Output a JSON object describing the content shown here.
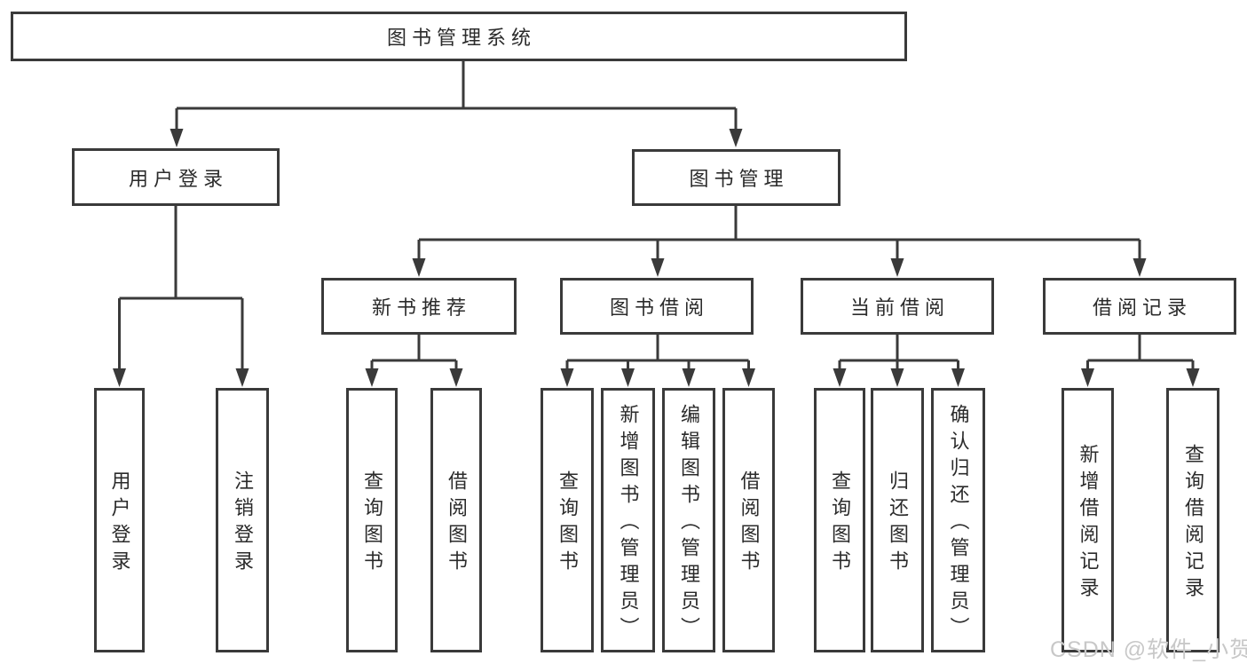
{
  "diagram": {
    "title": "图书管理系统",
    "level2": [
      {
        "id": "user-login",
        "label": "用户登录"
      },
      {
        "id": "book-management",
        "label": "图书管理"
      }
    ],
    "level3": [
      {
        "id": "new-book-recommend",
        "label": "新书推荐"
      },
      {
        "id": "book-borrowing",
        "label": "图书借阅"
      },
      {
        "id": "current-borrowing",
        "label": "当前借阅"
      },
      {
        "id": "borrowing-records",
        "label": "借阅记录"
      }
    ],
    "level4": {
      "user_login": [
        {
          "label": "用户登录"
        },
        {
          "label": "注销登录"
        }
      ],
      "new_book_recommend": [
        {
          "label": "查询图书"
        },
        {
          "label": "借阅图书"
        }
      ],
      "book_borrowing": [
        {
          "label": "查询图书"
        },
        {
          "label": "新增图书（管理员）"
        },
        {
          "label": "编辑图书（管理员）"
        },
        {
          "label": "借阅图书"
        }
      ],
      "current_borrowing": [
        {
          "label": "查询图书"
        },
        {
          "label": "归还图书"
        },
        {
          "label": "确认归还（管理员）"
        }
      ],
      "borrowing_records": [
        {
          "label": "新增借阅记录"
        },
        {
          "label": "查询借阅记录"
        }
      ]
    }
  },
  "watermark": {
    "text": "CSDN @软件_小贺同学"
  },
  "colors": {
    "line": "#3a3a3a",
    "text": "#2b2b2b",
    "background": "#ffffff",
    "watermark": "#c8c8c8"
  }
}
